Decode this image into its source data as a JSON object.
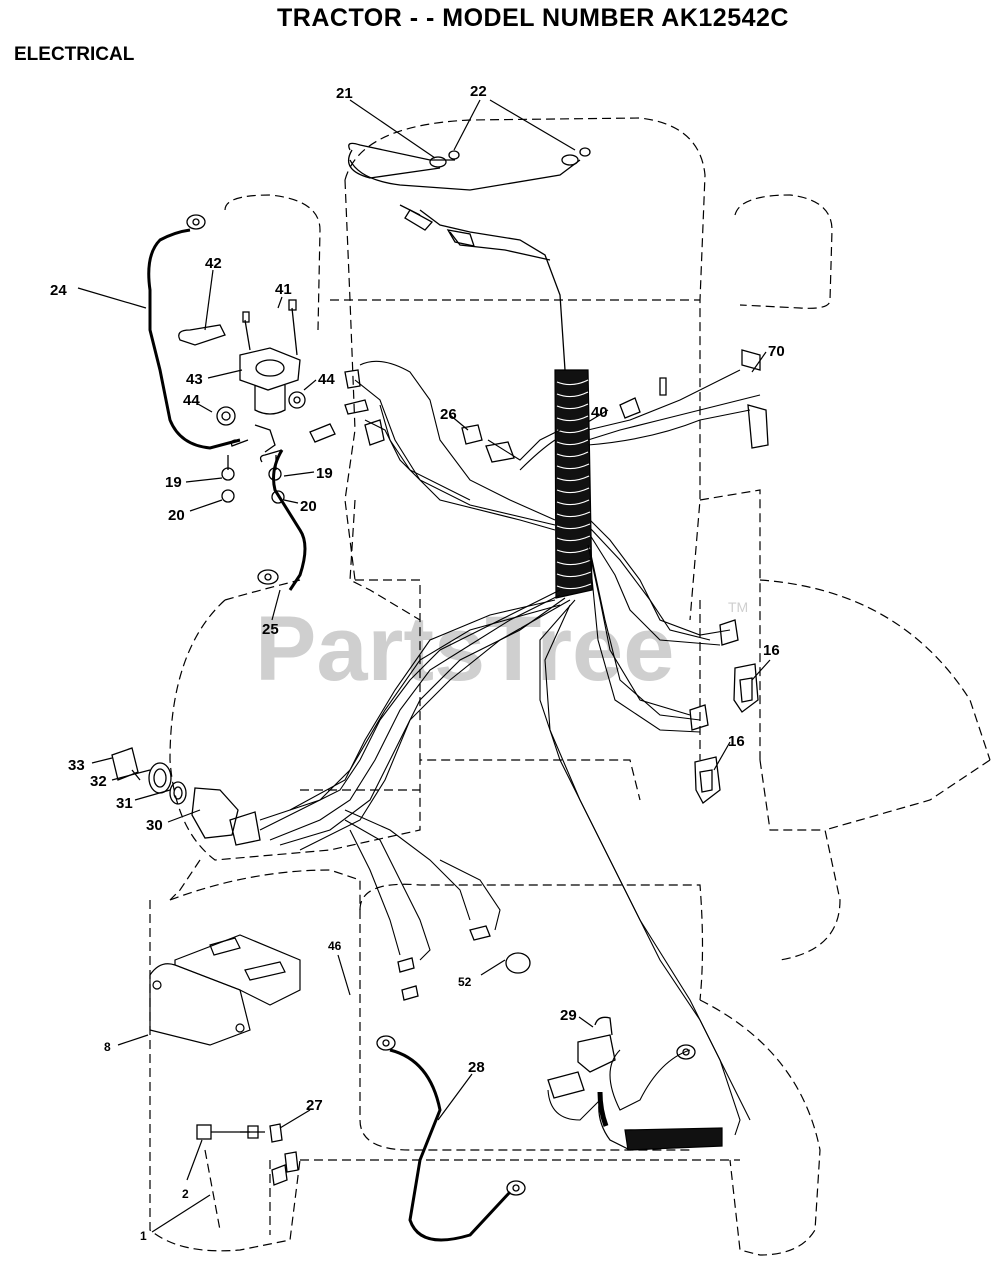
{
  "header": {
    "title": "TRACTOR - - MODEL NUMBER AK12542C",
    "section": "ELECTRICAL"
  },
  "watermark": {
    "text": "PartsTree",
    "tm": "TM"
  },
  "callouts": {
    "c21": "21",
    "c22": "22",
    "c24": "24",
    "c42": "42",
    "c41": "41",
    "c43": "43",
    "c44a": "44",
    "c44b": "44",
    "c19a": "19",
    "c19b": "19",
    "c20a": "20",
    "c20b": "20",
    "c25": "25",
    "c26": "26",
    "c40": "40",
    "c70": "70",
    "c16a": "16",
    "c16b": "16",
    "c33": "33",
    "c32": "32",
    "c31": "31",
    "c30": "30",
    "c46": "46",
    "c52": "52",
    "c8": "8",
    "c28": "28",
    "c29": "29",
    "c27": "27",
    "c2": "2",
    "c1": "1"
  }
}
